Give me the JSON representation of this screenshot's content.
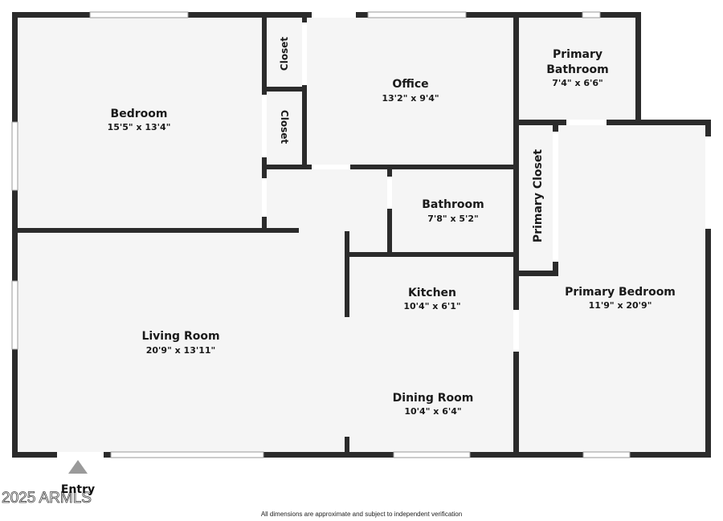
{
  "floorplan": {
    "rooms": [
      {
        "id": "bedroom",
        "name": "Bedroom",
        "dims": "15'5\" x 13'4\""
      },
      {
        "id": "closet1",
        "name": "Closet",
        "dims": ""
      },
      {
        "id": "closet2",
        "name": "Closet",
        "dims": ""
      },
      {
        "id": "office",
        "name": "Office",
        "dims": "13'2\" x 9'4\""
      },
      {
        "id": "primary_bathroom",
        "name_line1": "Primary",
        "name_line2": "Bathroom",
        "dims": "7'4\" x 6'6\""
      },
      {
        "id": "bathroom",
        "name": "Bathroom",
        "dims": "7'8\" x 5'2\""
      },
      {
        "id": "primary_closet",
        "name": "Primary Closet",
        "dims": ""
      },
      {
        "id": "kitchen",
        "name": "Kitchen",
        "dims": "10'4\" x 6'1\""
      },
      {
        "id": "primary_bedroom",
        "name": "Primary Bedroom",
        "dims": "11'9\" x 20'9\""
      },
      {
        "id": "living_room",
        "name": "Living Room",
        "dims": "20'9\" x 13'11\""
      },
      {
        "id": "dining_room",
        "name": "Dining Room",
        "dims": "10'4\" x 6'4\""
      }
    ],
    "entry_label": "Entry",
    "watermark": "2025 ARMLS",
    "disclaimer": "All dimensions are approximate and subject to independent verification",
    "colors": {
      "wall": "#2b2b2b",
      "floor": "#f5f5f5",
      "entry_marker": "#999999"
    }
  }
}
